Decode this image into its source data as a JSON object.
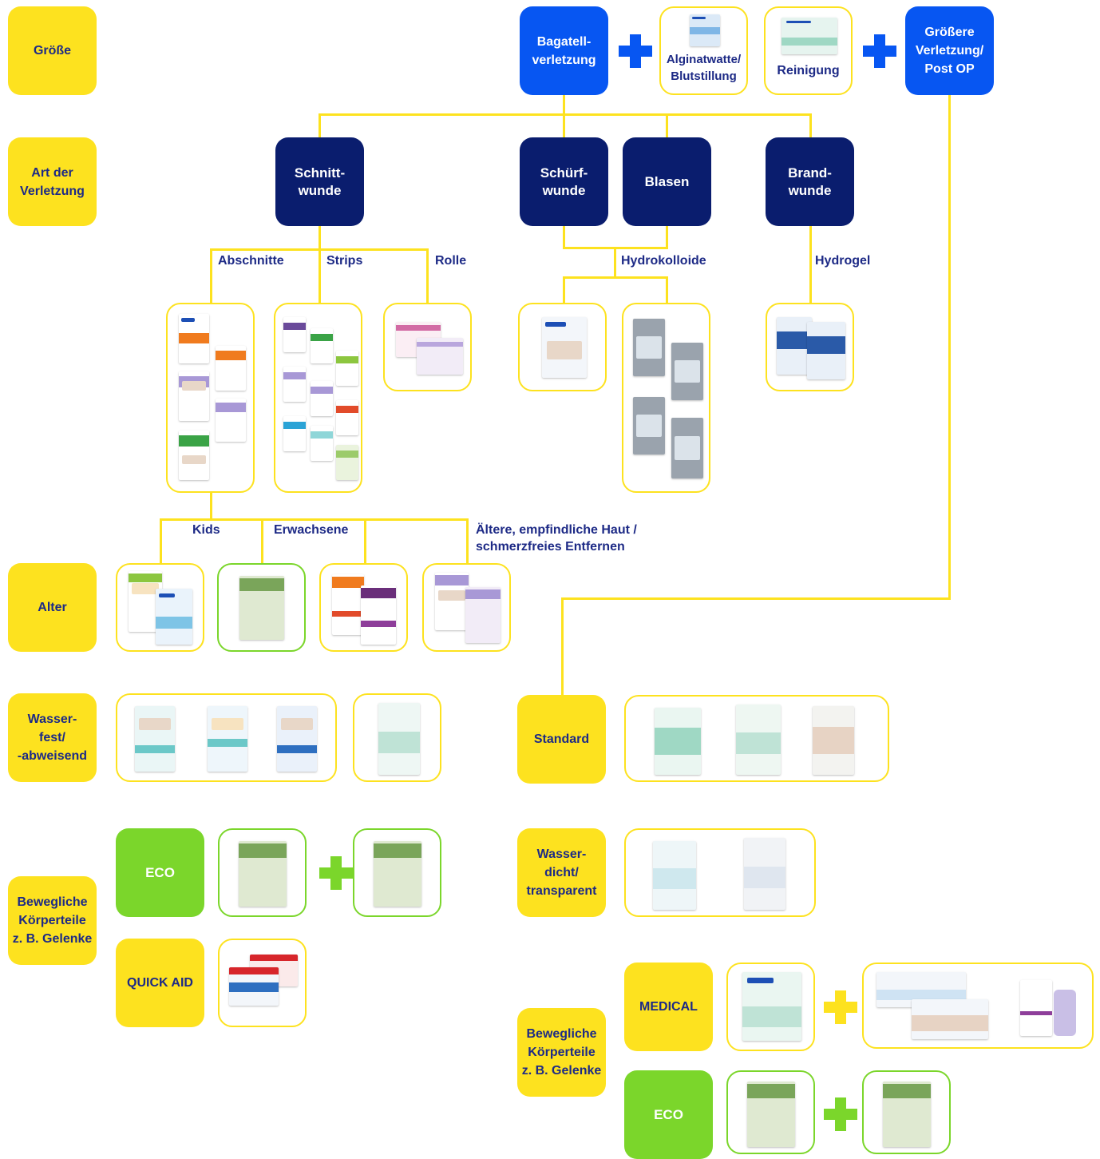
{
  "colors": {
    "yellow": "#fde21f",
    "blue": "#0756f2",
    "navy": "#0a1d6e",
    "green": "#7bd62b",
    "text_navy": "#1d2a86"
  },
  "rows": {
    "size": "Größe",
    "injury_type": "Art der Verletzung",
    "age": "Alter",
    "waterproof": "Wasser-\nfest/\n-abweisend",
    "joints_left": "Bewegliche Körperteile z. B. Gelenke",
    "standard": "Standard",
    "waterproof_transparent": "Wasser-\ndicht/\ntransparent",
    "joints_right": "Bewegliche Körperteile z. B. Gelenke"
  },
  "top": {
    "minor": "Bagatell-\nverletzung",
    "alginate": "Alginatwatte/\nBlutstillung",
    "cleaning": "Reinigung",
    "major": "Größere\nVerletzung/\nPost OP"
  },
  "wounds": {
    "cut": "Schnitt-\nwunde",
    "abrasion": "Schürf-\nwunde",
    "blisters": "Blasen",
    "burn": "Brand-\nwunde"
  },
  "formats": {
    "sections": "Abschnitte",
    "strips": "Strips",
    "roll": "Rolle",
    "hydrocolloid": "Hydrokolloide",
    "hydrogel": "Hydrogel"
  },
  "ages": {
    "kids": "Kids",
    "adults": "Erwachsene",
    "elderly": "Ältere, empfindliche Haut /\nschmerzfreies Entfernen"
  },
  "tags": {
    "eco_left": "ECO",
    "quick_aid": "QUICK AID",
    "medical": "MEDICAL",
    "eco_right": "ECO"
  }
}
